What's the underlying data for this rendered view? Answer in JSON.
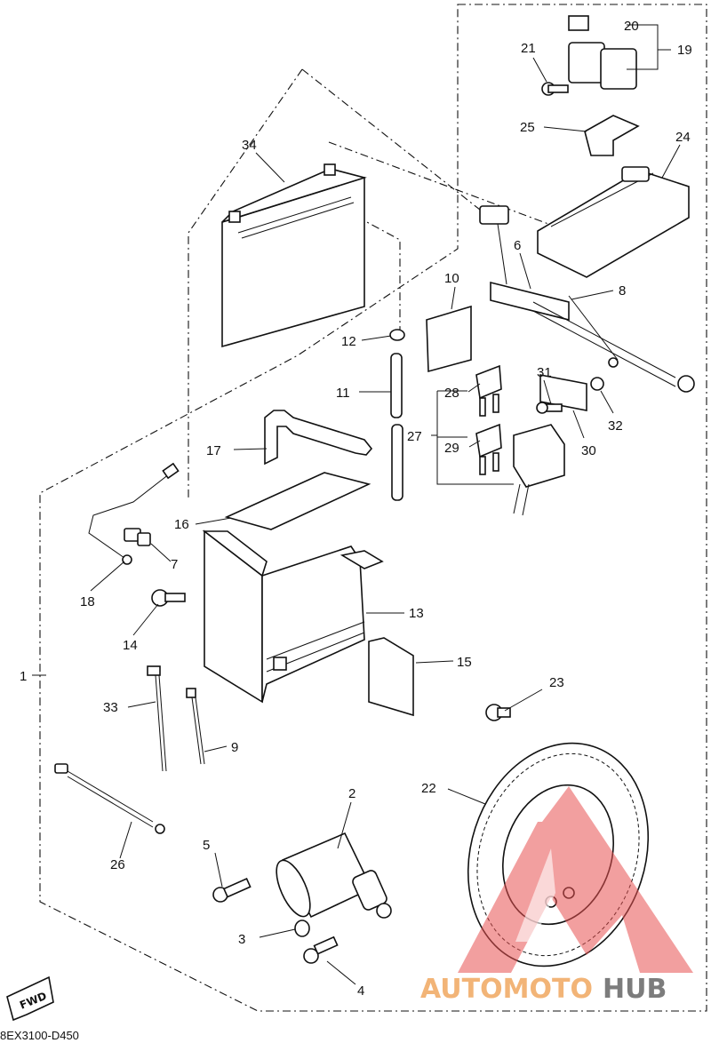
{
  "diagram": {
    "code": "8EX3100-D450",
    "fwd_label": "FWD",
    "watermark": {
      "part1": "AUTOMOTO",
      "part2": "HUB"
    },
    "colors": {
      "watermark_triangle": "#e85050",
      "watermark_auto": "#f0a860",
      "watermark_hub": "#666666"
    },
    "callouts": {
      "c1": "1",
      "c2": "2",
      "c3": "3",
      "c4": "4",
      "c5": "5",
      "c6": "6",
      "c7": "7",
      "c8": "8",
      "c9": "9",
      "c10": "10",
      "c11": "11",
      "c12": "12",
      "c13": "13",
      "c14": "14",
      "c15": "15",
      "c16": "16",
      "c17": "17",
      "c18": "18",
      "c19": "19",
      "c20": "20",
      "c21": "21",
      "c22": "22",
      "c23": "23",
      "c24": "24",
      "c25": "25",
      "c26": "26",
      "c27": "27",
      "c28": "28",
      "c29": "29",
      "c30": "30",
      "c31": "31",
      "c32": "32",
      "c33": "33",
      "c34": "34"
    }
  }
}
